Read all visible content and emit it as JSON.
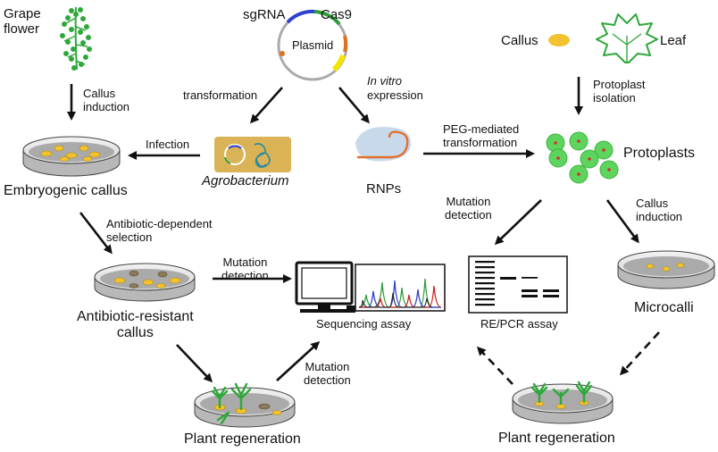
{
  "colors": {
    "callus": "#f2c230",
    "protoplast": "#5dd45d",
    "plant_green": "#2ea83a",
    "dish_fill": "#b8b8b8",
    "agro_box": "#d9b356",
    "plasmid_sgRNA": "#3040d0",
    "plasmid_cas9": "#2e9c3a",
    "plasmid_accent": "#f5e400",
    "plasmid_orange": "#e07020",
    "rnp_bg": "#c9d9ec",
    "rnp_strand": "#e0702a"
  },
  "icons": [
    "grape-flower-icon",
    "plasmid-icon",
    "grape-leaf-icon",
    "callus-icon",
    "agrobacterium-icon",
    "rnp-icon",
    "protoplast-icon",
    "petri-dish-icon",
    "plantlet-icon",
    "computer-icon",
    "chromatogram-icon",
    "gel-icon"
  ],
  "labels": {
    "grape_flower": [
      "Grape",
      "flower"
    ],
    "sgrna": "sgRNA",
    "cas9": "Cas9",
    "plasmid": "Plasmid",
    "callus_legend": "Callus",
    "leaf": "Leaf",
    "callus_induction_1": [
      "Callus",
      "induction"
    ],
    "transformation": "transformation",
    "in_vitro": "In vitro",
    "expression": "expression",
    "protoplast_isolation": [
      "Protoplast",
      "isolation"
    ],
    "infection": "Infection",
    "agrobacterium": "Agrobacterium",
    "rnps": "RNPs",
    "peg": [
      "PEG-mediated",
      "transformation"
    ],
    "protoplasts": "Protoplasts",
    "embryogenic_callus": "Embryogenic callus",
    "antibiotic_selection": [
      "Antibiotic-dependent",
      "selection"
    ],
    "mutation_detection_right": [
      "Mutation",
      "detection"
    ],
    "callus_induction_2": [
      "Callus",
      "induction"
    ],
    "mutation_detection_center": [
      "Mutation",
      "detection"
    ],
    "antibiotic_resistant": [
      "Antibiotic-resistant",
      "callus"
    ],
    "sequencing_assay": "Sequencing assay",
    "re_pcr_assay": "RE/PCR assay",
    "microcalli": "Microcalli",
    "mutation_detection_bottom": [
      "Mutation",
      "detection"
    ],
    "plant_regeneration_left": "Plant regeneration",
    "plant_regeneration_right": "Plant regeneration"
  }
}
